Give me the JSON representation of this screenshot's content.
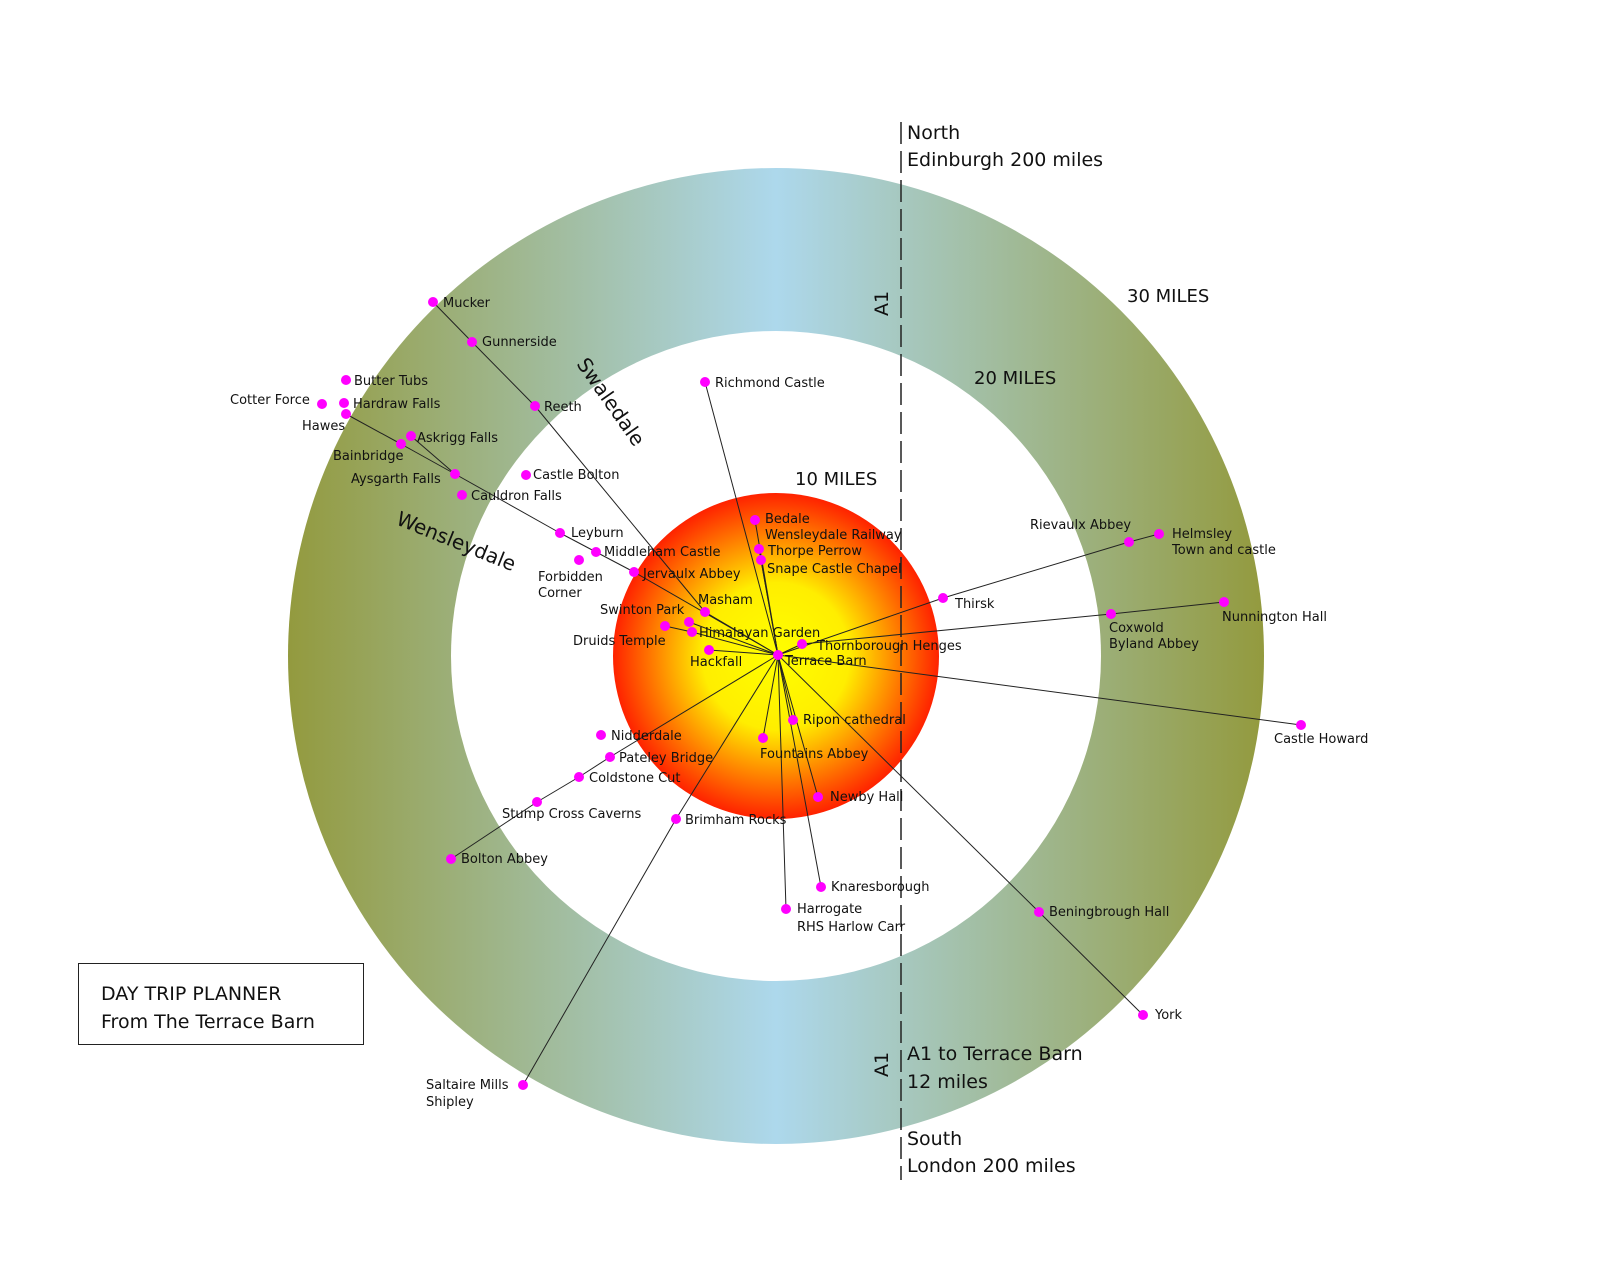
{
  "title": {
    "line1": "DAY TRIP PLANNER",
    "line2": "From The Terrace Barn"
  },
  "rings": {
    "r10": "10 MILES",
    "r20": "20 MILES",
    "r30": "30 MILES"
  },
  "compass": {
    "north": "North",
    "north_dist": "Edinburgh 200 miles",
    "south": "South",
    "south_dist": "London 200 miles",
    "road": "A1",
    "road_bottom": "A1",
    "a1_line1": "A1  to Terrace Barn",
    "a1_line2": "12 miles"
  },
  "dales": {
    "swaledale": "Swaledale",
    "wensleydale": "Wensleydale"
  },
  "colors": {
    "point": "#ff00ff",
    "inner_ring": "#add8ec",
    "outer_ring": "#939a3e",
    "centre_hot": "#ff2200",
    "centre_cool": "#ffff00"
  },
  "hub": "Terrace Barn",
  "places": [
    {
      "name": "Richmond Castle",
      "from": "hub"
    },
    {
      "name": "Bedale",
      "from": "hub"
    },
    {
      "name": "Wensleydale Railway",
      "from": "hub"
    },
    {
      "name": "Thorpe Perrow",
      "from": "hub"
    },
    {
      "name": "Snape Castle Chapel",
      "from": "hub"
    },
    {
      "name": "Thirsk",
      "from": "hub"
    },
    {
      "name": "Rievaulx Abbey",
      "from": "Thirsk"
    },
    {
      "name": "Helmsley",
      "from": "Rievaulx Abbey"
    },
    {
      "name": "Town and castle",
      "from": "none"
    },
    {
      "name": "Thornborough Henges",
      "from": "hub"
    },
    {
      "name": "Coxwold",
      "from": "Thornborough Henges"
    },
    {
      "name": "Byland Abbey",
      "from": "none"
    },
    {
      "name": "Nunnington Hall",
      "from": "Coxwold"
    },
    {
      "name": "Castle Howard",
      "from": "hub"
    },
    {
      "name": "Ripon cathedral",
      "from": "hub"
    },
    {
      "name": "Fountains Abbey",
      "from": "hub"
    },
    {
      "name": "Newby Hall",
      "from": "hub"
    },
    {
      "name": "Knaresborough",
      "from": "hub"
    },
    {
      "name": "Harrogate",
      "from": "hub"
    },
    {
      "name": "RHS Harlow Carr",
      "from": "none"
    },
    {
      "name": "Beningbrough Hall",
      "from": "hub"
    },
    {
      "name": "York",
      "from": "Beningbrough Hall"
    },
    {
      "name": "Brimham Rocks",
      "from": "hub"
    },
    {
      "name": "Saltaire Mills",
      "from": "Brimham Rocks"
    },
    {
      "name": "Shipley",
      "from": "none"
    },
    {
      "name": "Pateley Bridge",
      "from": "hub"
    },
    {
      "name": "Nidderdale",
      "from": "none"
    },
    {
      "name": "Coldstone Cut",
      "from": "Pateley Bridge"
    },
    {
      "name": "Stump Cross Caverns",
      "from": "Coldstone Cut"
    },
    {
      "name": "Bolton Abbey",
      "from": "Stump Cross Caverns"
    },
    {
      "name": "Hackfall",
      "from": "hub"
    },
    {
      "name": "Himalayan Garden",
      "from": "hub"
    },
    {
      "name": "Swinton Park",
      "from": "hub"
    },
    {
      "name": "Druids Temple",
      "from": "Himalayan Garden"
    },
    {
      "name": "Masham",
      "from": "hub"
    },
    {
      "name": "Jervaulx Abbey",
      "from": "hub"
    },
    {
      "name": "Middleham Castle",
      "from": "Jervaulx Abbey"
    },
    {
      "name": "Forbidden",
      "from": "none"
    },
    {
      "name": "Corner",
      "from": "none"
    },
    {
      "name": "Leyburn",
      "from": "Middleham Castle"
    },
    {
      "name": "Castle Bolton",
      "from": "none"
    },
    {
      "name": "Cauldron Falls",
      "from": "none"
    },
    {
      "name": "Aysgarth Falls",
      "from": "Leyburn"
    },
    {
      "name": "Askrigg Falls",
      "from": "Aysgarth Falls"
    },
    {
      "name": "Bainbridge",
      "from": "Aysgarth Falls"
    },
    {
      "name": "Hawes",
      "from": "Bainbridge"
    },
    {
      "name": "Hardraw Falls",
      "from": "none"
    },
    {
      "name": "Butter Tubs",
      "from": "none"
    },
    {
      "name": "Cotter Force",
      "from": "none"
    },
    {
      "name": "Reeth",
      "from": "Masham"
    },
    {
      "name": "Gunnerside",
      "from": "Reeth"
    },
    {
      "name": "Mucker",
      "from": "Gunnerside"
    }
  ]
}
